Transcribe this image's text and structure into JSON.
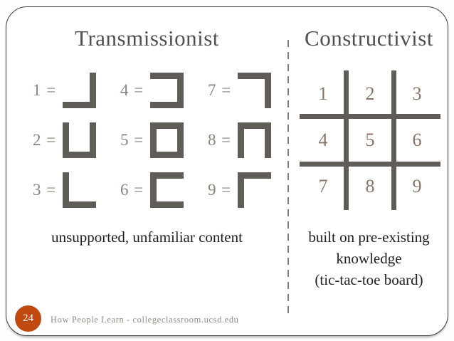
{
  "left": {
    "title": "Transmissionist",
    "items": [
      {
        "label": "1 =",
        "sides": [
          "right",
          "bottom"
        ]
      },
      {
        "label": "4 =",
        "sides": [
          "top",
          "right",
          "bottom"
        ]
      },
      {
        "label": "7 =",
        "sides": [
          "top",
          "right"
        ]
      },
      {
        "label": "2 =",
        "sides": [
          "left",
          "bottom",
          "right"
        ]
      },
      {
        "label": "5 =",
        "sides": [
          "top",
          "right",
          "bottom",
          "left"
        ]
      },
      {
        "label": "8 =",
        "sides": [
          "left",
          "top",
          "right"
        ]
      },
      {
        "label": "3 =",
        "sides": [
          "left",
          "bottom"
        ]
      },
      {
        "label": "6 =",
        "sides": [
          "top",
          "left",
          "bottom"
        ]
      },
      {
        "label": "9 =",
        "sides": [
          "left",
          "top"
        ]
      }
    ],
    "caption": "unsupported, unfamiliar content"
  },
  "right": {
    "title": "Constructivist",
    "grid_numbers": [
      "1",
      "2",
      "3",
      "4",
      "5",
      "6",
      "7",
      "8",
      "9"
    ],
    "caption_lines": [
      "built on pre-existing",
      "knowledge",
      "(tic-tac-toe board)"
    ]
  },
  "footer": {
    "page_number": "24",
    "credit": "How People Learn - collegeclassroom.ucsd.edu"
  },
  "colors": {
    "accent": "#c14a10",
    "bar": "#605d58",
    "label": "#8a847b",
    "number": "#8b7568",
    "title": "#4f4f4f",
    "caption": "#1f1f1f",
    "footer": "#8f8c85",
    "dash": "#7f7f7f",
    "border": "#3e3e3e"
  }
}
